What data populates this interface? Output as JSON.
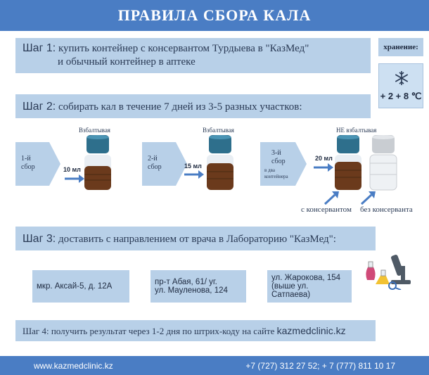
{
  "title": "ПРАВИЛА СБОРА КАЛА",
  "steps": [
    {
      "label": "Шаг 1:",
      "line1": "купить контейнер с консервантом Турдыева в \"КазМед\"",
      "line2": "и обычный контейнер в аптеке"
    },
    {
      "label": "Шаг 2:",
      "line1": "собирать кал в течение 7 дней из 3-5 разных участков:"
    },
    {
      "label": "Шаг 3:",
      "line1": "доставить с направлением от врача в Лабораторию \"КазМед\":"
    },
    {
      "label": "Шаг 4:",
      "line1": "получить результат через 1-2 дня по штрих-коду на сайте",
      "site": "kazmedclinic.kz"
    }
  ],
  "storage": {
    "label": "хранение:",
    "temp": "+ 2 + 8 ℃",
    "icon": "snowflake-icon"
  },
  "collection": [
    {
      "chevron": "1-й\nсбор",
      "shake": "Взбалтывая",
      "volume": "10 мл"
    },
    {
      "chevron": "2-й\nсбор",
      "shake": "Взбалтывая",
      "volume": "15 мл"
    },
    {
      "chevron": "3-й\nсбор",
      "chevron_sub": "в два\nконтейнера",
      "shake": "НЕ взбалтывая",
      "volume": "20 мл",
      "caption_left": "с консервантом",
      "caption_right": "без консерванта"
    }
  ],
  "addresses": [
    {
      "line1": "мкр. Аксай-5, д. 12А"
    },
    {
      "line1": "пр-т Абая, 61/ уг.",
      "line2": "ул. Мауленова, 124"
    },
    {
      "line1": "ул. Жарокова, 154",
      "line2": "(выше ул. Сатпаева)"
    }
  ],
  "footer": {
    "site": "www.kazmedclinic.kz",
    "phones": "+7 (727) 312 27 52; + 7 (777) 811 10 17"
  },
  "colors": {
    "header": "#4a7dc4",
    "bar": "#b8d0e8",
    "cap": "#2e6f8c",
    "feces": "#6b3a1c"
  }
}
